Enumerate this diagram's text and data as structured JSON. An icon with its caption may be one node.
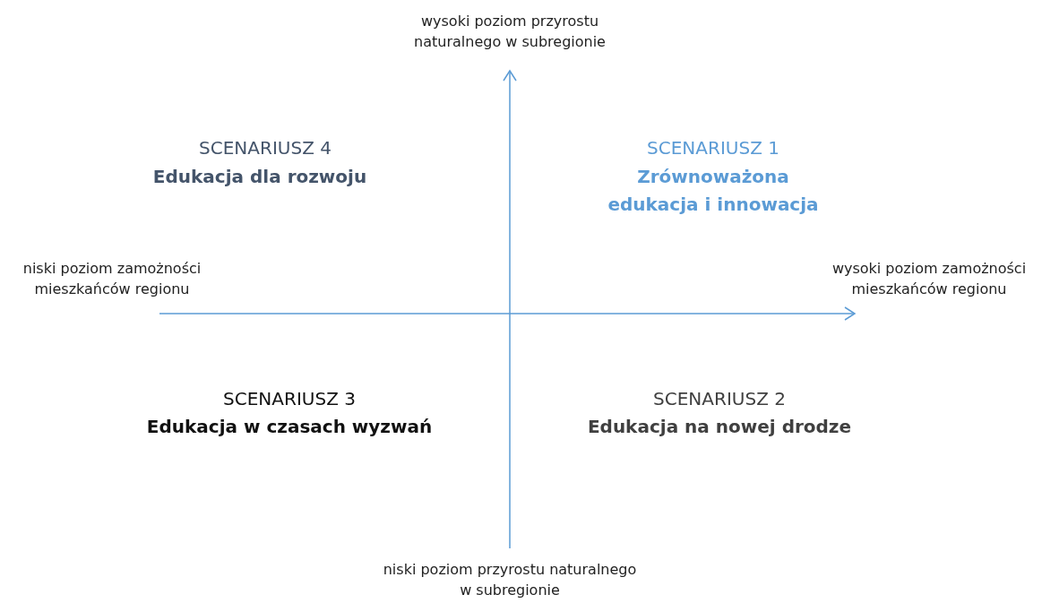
{
  "diagram": {
    "labels": [
      "wysoki poziom przyrostu naturalnego w subregionie",
      "SCENARIUSZ 4",
      "Edukacja dla rozwoju",
      "SCENARIUSZ 1",
      "Zrównoważona edukacja i innowacja",
      "niski poziom zamożności mieszkańców regionu",
      "wysoki poziom zamożności mieszkańców regionu",
      "SCENARIUSZ 3",
      "Edukacja w czasach wyzwań",
      "SCENARIUSZ 2",
      "Edukacja na nowej drodze",
      "niski poziom przyrostu naturalnego w subregionie"
    ]
  }
}
